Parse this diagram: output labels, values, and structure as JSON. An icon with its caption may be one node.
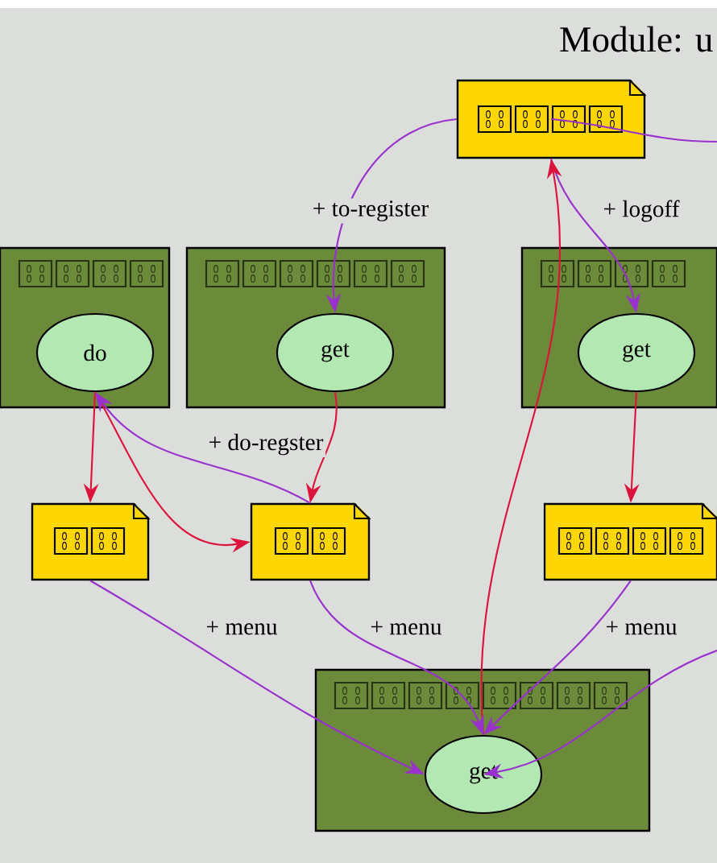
{
  "diagram": {
    "title": "Module: u",
    "nodes": [
      {
        "text": [],
        "shape": "note"
      },
      {
        "text": [],
        "shape": "box"
      },
      {
        "text": [
          "do"
        ],
        "in": 1
      },
      {
        "text": [],
        "shape": "box"
      },
      {
        "text": [
          "get"
        ],
        "in": 3
      },
      {
        "text": [],
        "shape": "box"
      },
      {
        "text": [
          "get"
        ],
        "in": 5
      },
      {
        "text": [],
        "shape": "note"
      },
      {
        "text": [],
        "shape": "note"
      },
      {
        "text": [],
        "shape": "note"
      },
      {
        "text": [],
        "shape": "box"
      },
      {
        "text": [
          "get"
        ],
        "in": 10
      }
    ],
    "edges": [
      {
        "from": 0,
        "to": 4,
        "arrow": "to",
        "label": "+ to-register"
      },
      {
        "from": 0,
        "to": 6,
        "arrow": "to",
        "label": "+ logoff"
      },
      {
        "from": 0,
        "to": null,
        "arrow": "none"
      },
      {
        "from": 11,
        "to": 0,
        "arrow": "to",
        "color": "#dc143c"
      },
      {
        "from": 2,
        "to": 7,
        "arrow": "to",
        "color": "#dc143c"
      },
      {
        "from": 2,
        "to": 8,
        "arrow": "to",
        "color": "#dc143c"
      },
      {
        "from": 8,
        "to": 2,
        "arrow": "to",
        "label": "+ do-regster"
      },
      {
        "from": 4,
        "to": 8,
        "arrow": "to",
        "color": "#dc143c"
      },
      {
        "from": 6,
        "to": 9,
        "arrow": "to",
        "color": "#dc143c"
      },
      {
        "from": 7,
        "to": 11,
        "arrow": "to",
        "label": "+ menu"
      },
      {
        "from": 8,
        "to": 11,
        "arrow": "to",
        "label": "+ menu"
      },
      {
        "from": 9,
        "to": 11,
        "arrow": "to",
        "label": "+ menu"
      },
      {
        "from": null,
        "to": 11,
        "arrow": "to"
      }
    ]
  }
}
